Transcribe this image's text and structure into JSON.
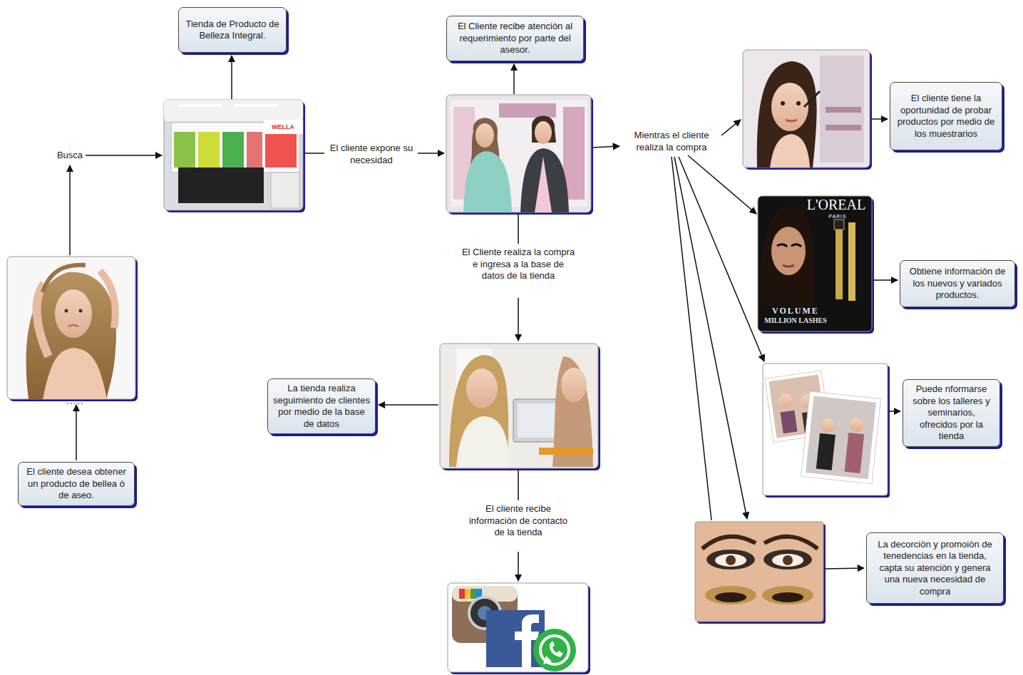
{
  "diagram": {
    "nodes": [
      {
        "text": [
          "El cliente desea obtener un producto de bellea ò de aseo."
        ]
      },
      {
        "text": [
          "Tienda de Producto de Belleza Integral."
        ]
      },
      {
        "text": [
          "El Cliente recibe atenciòn al requerimiento por parte del asesor."
        ]
      },
      {
        "text": [
          "El cliente tiene la oportunidad de probar productos por medio de los muestrarios"
        ]
      },
      {
        "text": [
          "Obtiene informaciòn de los nuevos  y variados productos."
        ]
      },
      {
        "text": [
          "Puede nformarse sobre los talleres y seminarios, ofrecidos por la tienda"
        ]
      },
      {
        "text": [
          "La decorciòn y promoiòn de tenedencias en la tienda, capta su atenciòn y genera una nueva necesidad de compra"
        ]
      },
      {
        "text": [
          "La tienda realiza seguimiento de clientes por medio de la base de datos"
        ]
      }
    ],
    "labels": [
      "Busca",
      "El cliente expone su necesidad",
      "Mientras el cliente realiza la compra",
      "El Cliente realiza la compra e ingresa a la base de datos de la tienda",
      "El cliente recibe informaciòn de contacto de la tienda",
      "WELLA",
      "L'OREAL",
      "PARIS",
      "VOLUME",
      "MILLION LASHES"
    ]
  }
}
